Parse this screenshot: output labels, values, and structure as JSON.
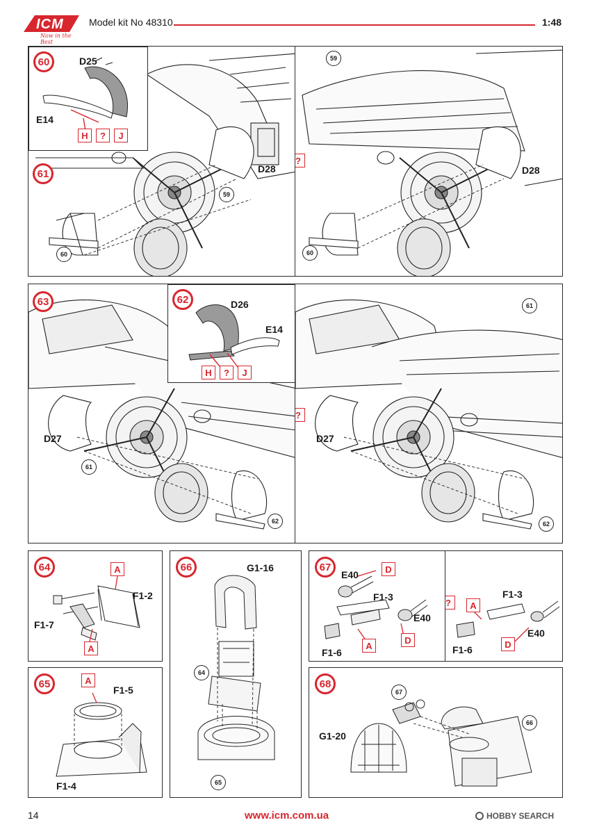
{
  "header": {
    "brand": "ICM",
    "tagline": "Now in the Best",
    "model_kit": "Model kit No 48310",
    "scale": "1:48"
  },
  "footer": {
    "page_number": "14",
    "website": "www.icm.com.ua",
    "watermark": "HOBBY SEARCH"
  },
  "colors": {
    "accent": "#d7262e",
    "line": "#222222",
    "part_grey": "#9a9a9a"
  },
  "steps": {
    "s60": {
      "number": "60",
      "part_a": "D25",
      "part_b": "E14",
      "refs": [
        "H",
        "?",
        "J"
      ]
    },
    "s61": {
      "number": "61",
      "part": "D28",
      "ref_a": "59",
      "ref_b": "60"
    },
    "s61b": {
      "part": "D28",
      "ref_a": "59",
      "ref_b": "60",
      "refs": [
        "?"
      ]
    },
    "s63": {
      "number": "63",
      "part": "D27",
      "ref_a": "61",
      "ref_b": "62"
    },
    "s62": {
      "number": "62",
      "part_a": "D26",
      "part_b": "E14",
      "refs": [
        "H",
        "?",
        "J"
      ]
    },
    "s63b": {
      "part": "D27",
      "ref_a": "61",
      "ref_b": "62",
      "refs": [
        "?"
      ]
    },
    "s64": {
      "number": "64",
      "part_a": "F1-2",
      "part_b": "F1-7",
      "refs": [
        "A",
        "A"
      ]
    },
    "s66": {
      "number": "66",
      "part": "G1-16",
      "ref_a": "64",
      "ref_b": "65"
    },
    "s67": {
      "number": "67",
      "part_a": "E40",
      "part_b": "F1-3",
      "part_c": "E40",
      "part_d": "F1-6",
      "refs": [
        "D",
        "A",
        "D"
      ]
    },
    "s67b": {
      "part_a": "F1-3",
      "part_b": "E40",
      "part_c": "F1-6",
      "refs": [
        "?",
        "A",
        "D"
      ]
    },
    "s65": {
      "number": "65",
      "part_a": "F1-5",
      "part_b": "F1-4",
      "refs": [
        "A"
      ]
    },
    "s68": {
      "number": "68",
      "part": "G1-20",
      "ref_a": "67",
      "ref_b": "66"
    }
  }
}
